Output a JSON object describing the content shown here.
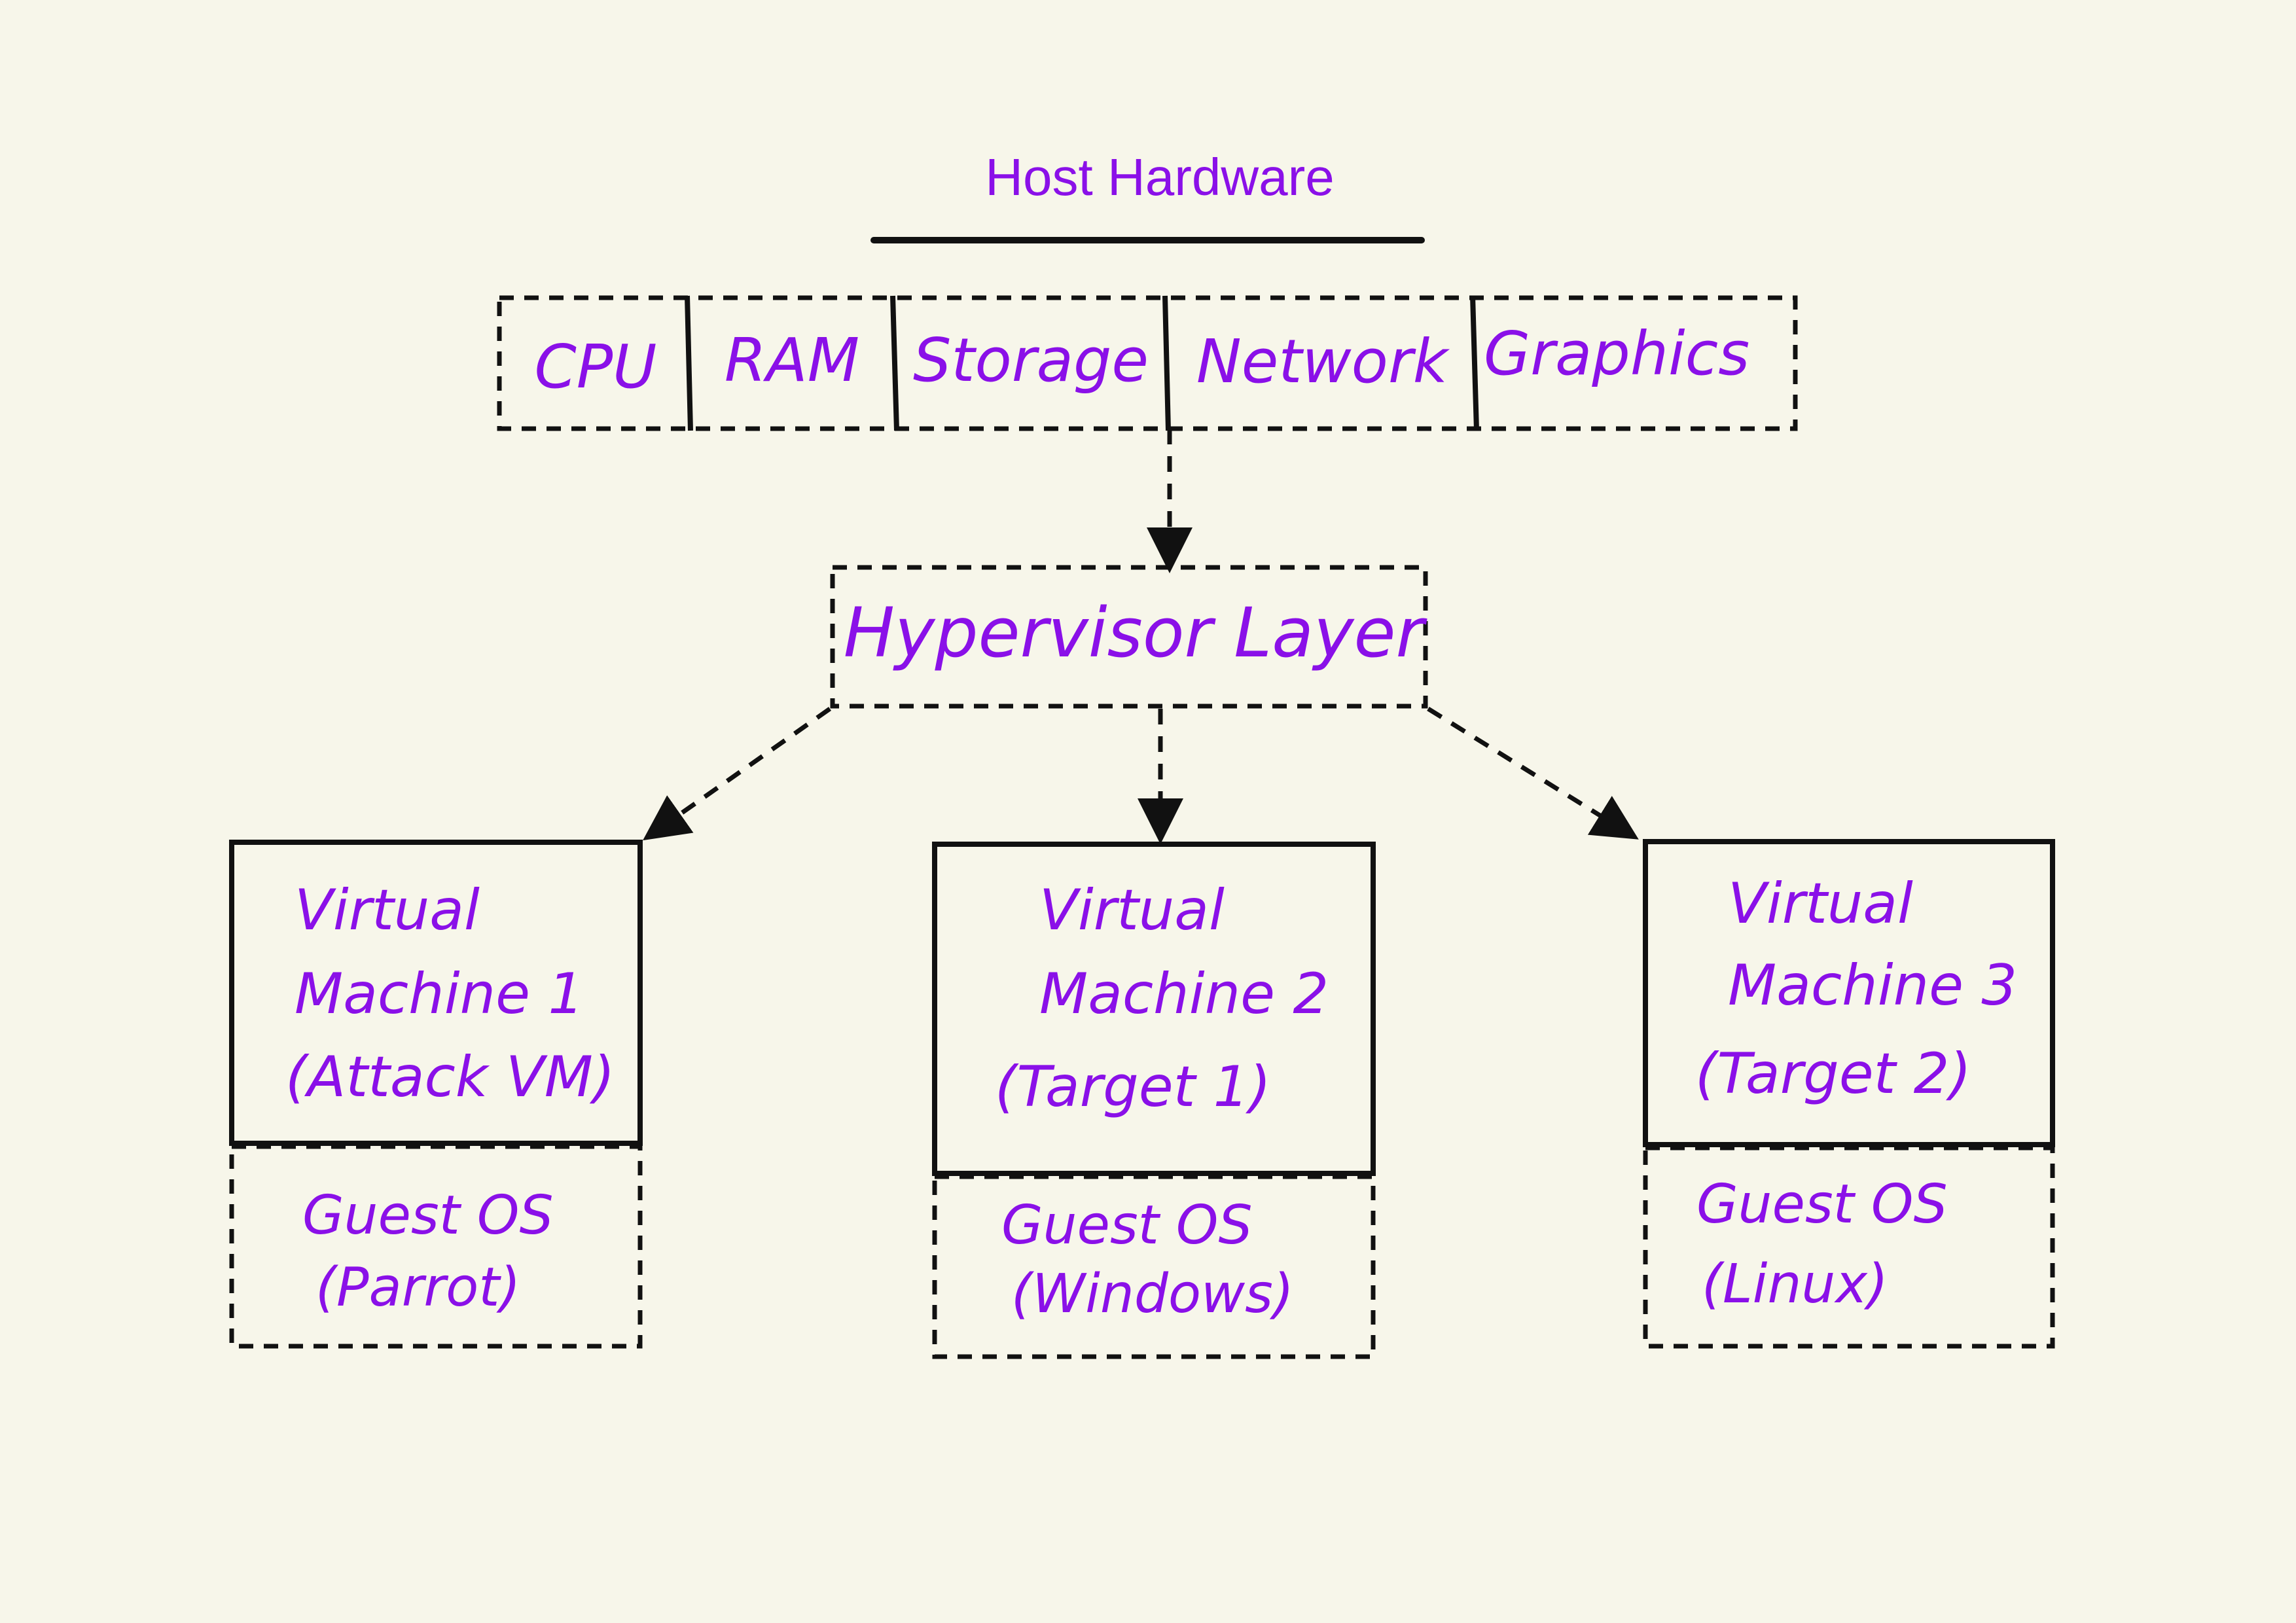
{
  "diagram": {
    "title": "Host Hardware",
    "hardware": [
      "CPU",
      "RAM",
      "Storage",
      "Network",
      "Graphics"
    ],
    "hypervisor": "Hypervisor Layer",
    "vms": [
      {
        "line1": "Virtual",
        "line2": "Machine 1",
        "line3": "(Attack VM)",
        "os1": "Guest OS",
        "os2": "(Parrot)"
      },
      {
        "line1": "Virtual",
        "line2": "Machine 2",
        "line3": "(Target 1)",
        "os1": "Guest OS",
        "os2": "(Windows)"
      },
      {
        "line1": "Virtual",
        "line2": "Machine 3",
        "line3": "(Target 2)",
        "os1": "Guest OS",
        "os2": "(Linux)"
      }
    ],
    "colors": {
      "ink": "#111111",
      "text": "#8a10e8",
      "background": "#f7f6ea"
    }
  }
}
